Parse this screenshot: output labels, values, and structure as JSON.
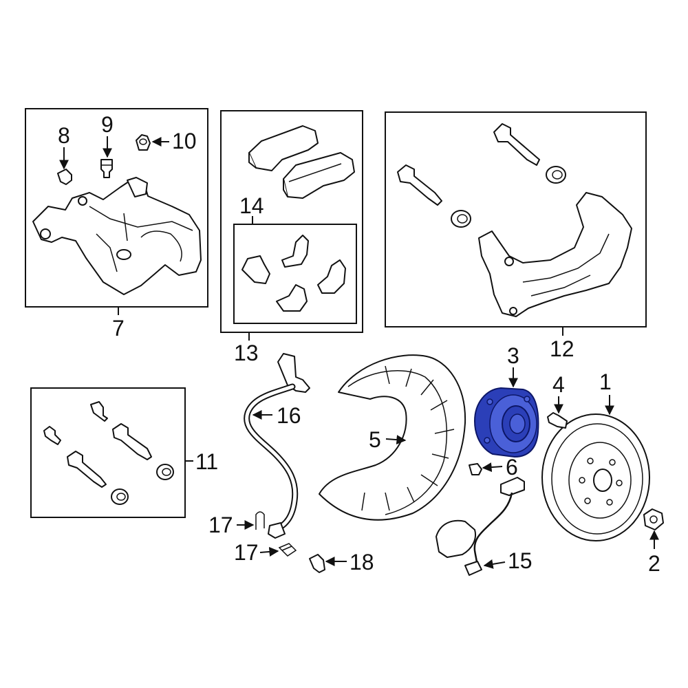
{
  "diagram": {
    "labels": {
      "c1": "1",
      "c2": "2",
      "c3": "3",
      "c4": "4",
      "c5": "5",
      "c6": "6",
      "c7": "7",
      "c8": "8",
      "c9": "9",
      "c10": "10",
      "c11": "11",
      "c12": "12",
      "c13": "13",
      "c14": "14",
      "c15": "15",
      "c16": "16",
      "c17a": "17",
      "c17b": "17",
      "c18": "18"
    },
    "highlighted_part": "3",
    "highlight_color": "#2b3fb8"
  }
}
